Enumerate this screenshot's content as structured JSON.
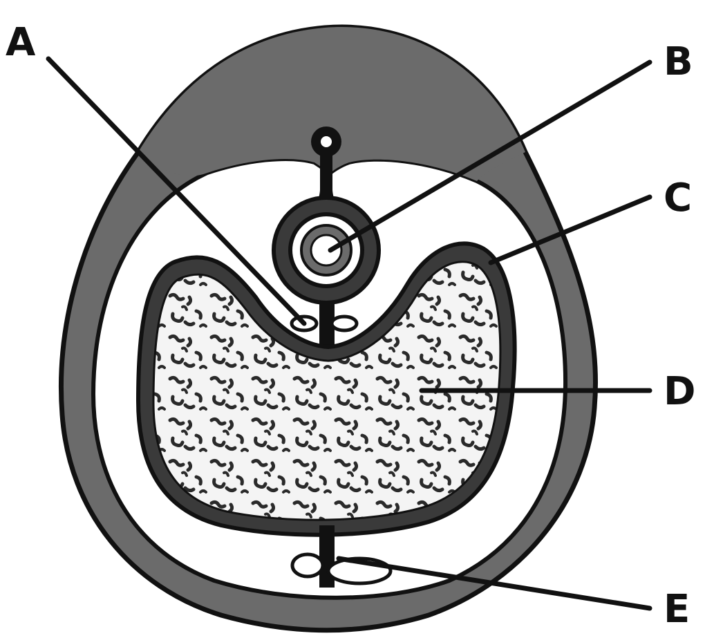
{
  "diagram": {
    "labels": {
      "a": "A",
      "b": "B",
      "c": "C",
      "d": "D",
      "e": "E"
    }
  },
  "colors": {
    "outline": "#111111",
    "shaded": "#6b6b6b",
    "light": "#ffffff",
    "yolk_speck": "#2a2a2a"
  }
}
